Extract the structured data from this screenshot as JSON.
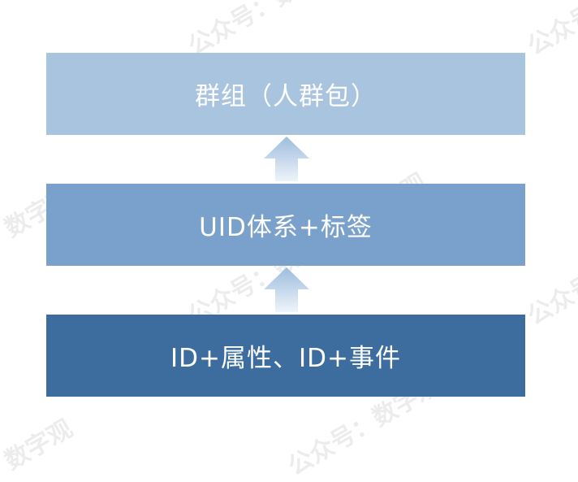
{
  "layers": {
    "top": {
      "label": "群组（人群包）"
    },
    "middle": {
      "label": "UID体系+标签"
    },
    "bottom": {
      "label": "ID+属性、ID+事件"
    }
  },
  "colors": {
    "top": "#a9c4df",
    "middle": "#7aa1cb",
    "bottom": "#3c6d9e",
    "arrow_head": "#9dbcdd",
    "arrow_tail": "#eef4fa",
    "text": "#ffffff"
  },
  "watermark": {
    "text_long": "公众号：数字观",
    "text_short": "数字观"
  }
}
